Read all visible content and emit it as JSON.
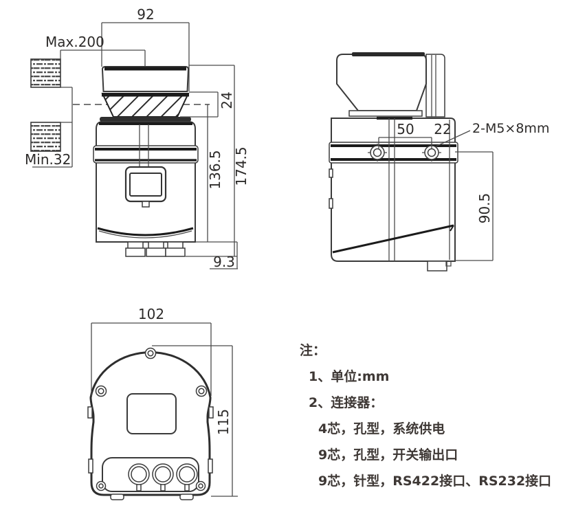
{
  "colors": {
    "line": "#4a4a4a",
    "dark": "#1b1b1b",
    "dim_text": "#2d2b2a",
    "note_text": "#3e3835",
    "background": "#ffffff"
  },
  "front_view": {
    "labels": {
      "top_width": "92",
      "max_clearance": "Max.200",
      "min_clearance": "Min.32",
      "window_height": "24",
      "center_to_base": "136.5",
      "total_height": "174.5",
      "connector_protrusion": "9.3"
    }
  },
  "side_view": {
    "labels": {
      "screw_spacing": "50",
      "screw_to_edge": "22",
      "screw_spec": "2-M5×8mm",
      "mount_height": "90.5"
    }
  },
  "bottom_view": {
    "labels": {
      "width": "102",
      "depth": "115"
    }
  },
  "notes": {
    "title": "注：",
    "items": [
      "1、单位:mm",
      "2、连接器："
    ],
    "sub_items": [
      "4芯，孔型，系统供电",
      "9芯，孔型，开关输出口",
      "9芯，针型，RS422接口、RS232接口"
    ]
  }
}
